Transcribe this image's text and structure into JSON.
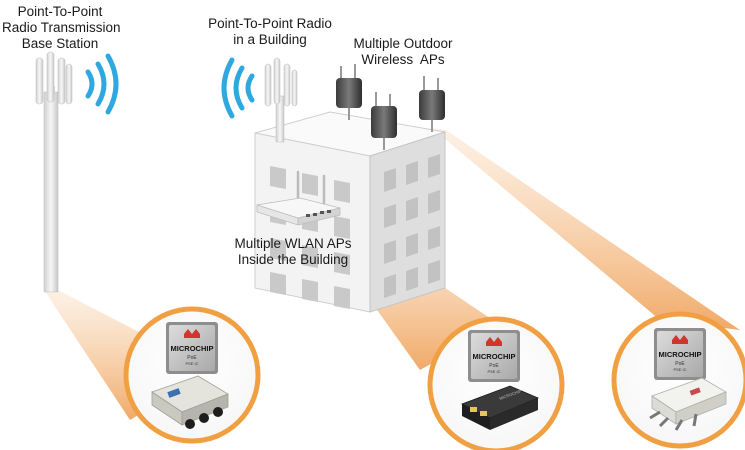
{
  "labels": {
    "base_station": [
      "Point-To-Point",
      "Radio Transmission",
      "Base Station"
    ],
    "building_radio": [
      "Point-To-Point Radio",
      "in a Building"
    ],
    "outdoor_aps": [
      "Multiple Outdoor",
      "Wireless  APs"
    ],
    "wlan_aps": [
      "Multiple WLAN APs",
      "Inside the Building"
    ]
  },
  "chip": {
    "brand": "MICROCHIP",
    "line1": "PoE",
    "line2": "PSE IC"
  },
  "colors": {
    "beam": "#f2b37a",
    "circle_ring": "#f0a042",
    "signal_waves": "#2fa8e0",
    "building_front": "#f3f3f3",
    "building_side": "#dddddd",
    "window": "#c9c9c9",
    "pole": "#e6e6e6"
  },
  "icons": [
    "wifi-signal-icon",
    "antenna-icon",
    "outdoor-ap-icon",
    "router-icon",
    "poe-chip-icon",
    "poe-injector-icon"
  ]
}
